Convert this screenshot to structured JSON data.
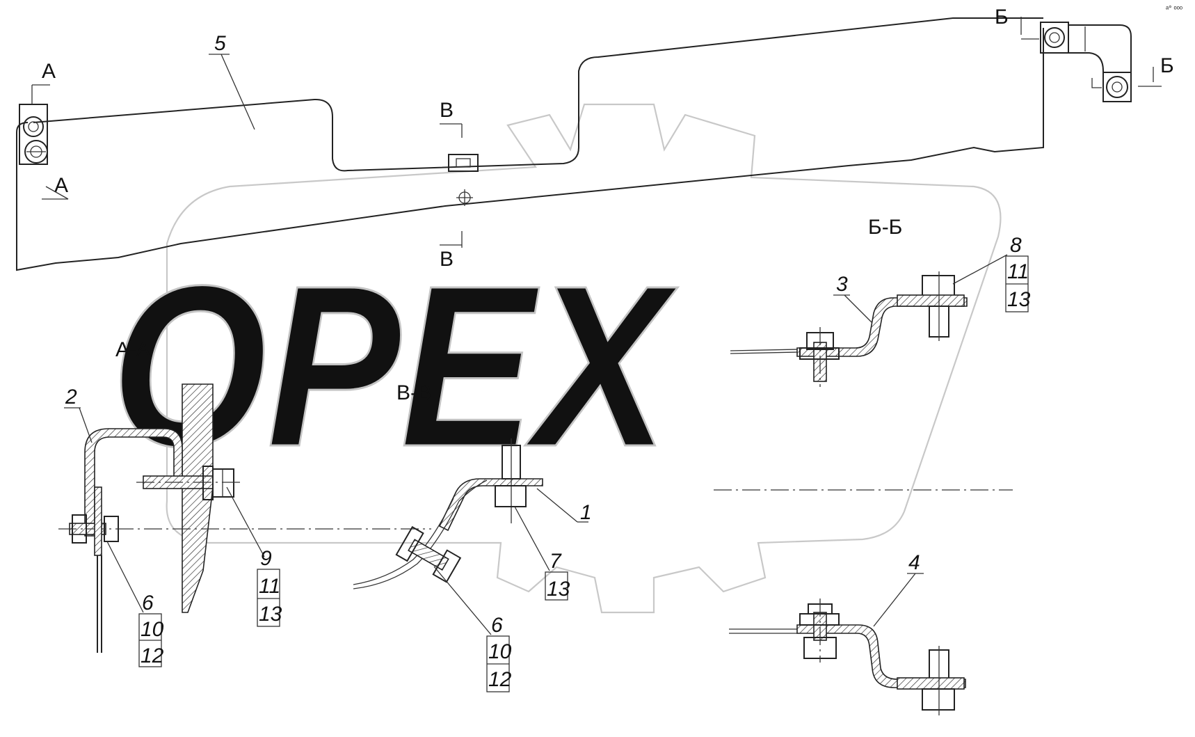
{
  "watermark": {
    "text": "OPEX"
  },
  "sections": {
    "aa": "A-A",
    "bb": "Б-Б",
    "vv": "B-B"
  },
  "section_marks": {
    "a": "A",
    "b": "Б",
    "v": "B"
  },
  "callouts": {
    "p1": "1",
    "p2": "2",
    "p3": "3",
    "p4": "4",
    "p5": "5",
    "g_aa_left": [
      "6",
      "10",
      "12"
    ],
    "g_aa_right": [
      "9",
      "11",
      "13"
    ],
    "g_vv_a": [
      "7",
      "13"
    ],
    "g_vv_b": [
      "6",
      "10",
      "12"
    ],
    "g_bb": [
      "8",
      "11",
      "13"
    ]
  },
  "corner_mark": "ᵃ° ᵒᵒᵒ"
}
